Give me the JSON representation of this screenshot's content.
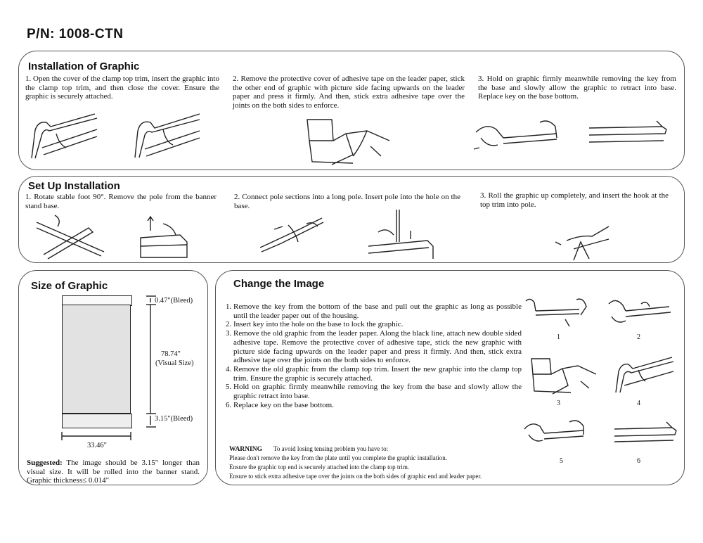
{
  "part_number": "P/N:  1008-CTN",
  "installation": {
    "title": "Installation of Graphic",
    "steps": [
      "1. Open the cover of the clamp top trim, insert the graphic into the clamp top trim, and then close the cover. Ensure the graphic is securely attached.",
      "2. Remove the protective cover of adhesive tape on the leader paper, stick the other end of graphic with picture side facing upwards on the leader paper and press it firmly. And then, stick extra adhesive tape over the joints on the both sides to enforce.",
      "3. Hold on graphic firmly meanwhile removing the key from the base and slowly allow the graphic to retract into base. Replace key on the base bottom."
    ]
  },
  "setup": {
    "title": "Set Up Installation",
    "steps": [
      "1. Rotate stable foot 90°. Remove the pole from the banner stand base.",
      "2. Connect pole sections into a long pole. Insert pole into the hole on the base.",
      "3. Roll the graphic up completely, and insert the hook at the top trim into pole."
    ]
  },
  "size": {
    "title": "Size of Graphic",
    "top_bleed": "0.47\"(Bleed)",
    "visual_size_value": "78.74\"",
    "visual_size_label": "(Visual Size)",
    "bottom_bleed": "3.15\"(Bleed)",
    "width": "33.46\"",
    "suggested_label": "Suggested:",
    "suggested_text": " The image should be 3.15\" longer than visual size. It will be rolled into the banner stand. Graphic thickness≤ 0.014\""
  },
  "change": {
    "title": "Change the Image",
    "steps": [
      "Remove the key from the bottom of the base and pull out the graphic as long as possible until the leader paper out of the housing.",
      "Insert key into the hole on the base to lock the graphic.",
      "Remove the old graphic from the leader paper. Along the black line, attach new double sided adhesive tape. Remove the protective cover of adhesive tape, stick the new graphic with picture side facing upwards on the leader paper and press it firmly. And then, stick extra adhesive tape over the joints on the both sides to enforce.",
      "Remove the old graphic from the clamp top trim. Insert the new graphic into the clamp top trim. Ensure the graphic is securely attached.",
      "Hold on graphic firmly meanwhile removing the key from the base and slowly allow the graphic retract into base.",
      "Replace key on the base bottom."
    ],
    "warning_label": "WARNING",
    "warning_intro": "To avoid losing tensing problem you have to:",
    "warning_lines": [
      "Please don't remove the key from the plate until you complete the graphic installation.",
      "Ensure the graphic top end is securely attached into the clamp top trim.",
      "Ensure to stick extra adhesive tape over the joints on the both sides of graphic end and leader paper."
    ],
    "figure_numbers": [
      "1",
      "2",
      "3",
      "4",
      "5",
      "6"
    ]
  }
}
